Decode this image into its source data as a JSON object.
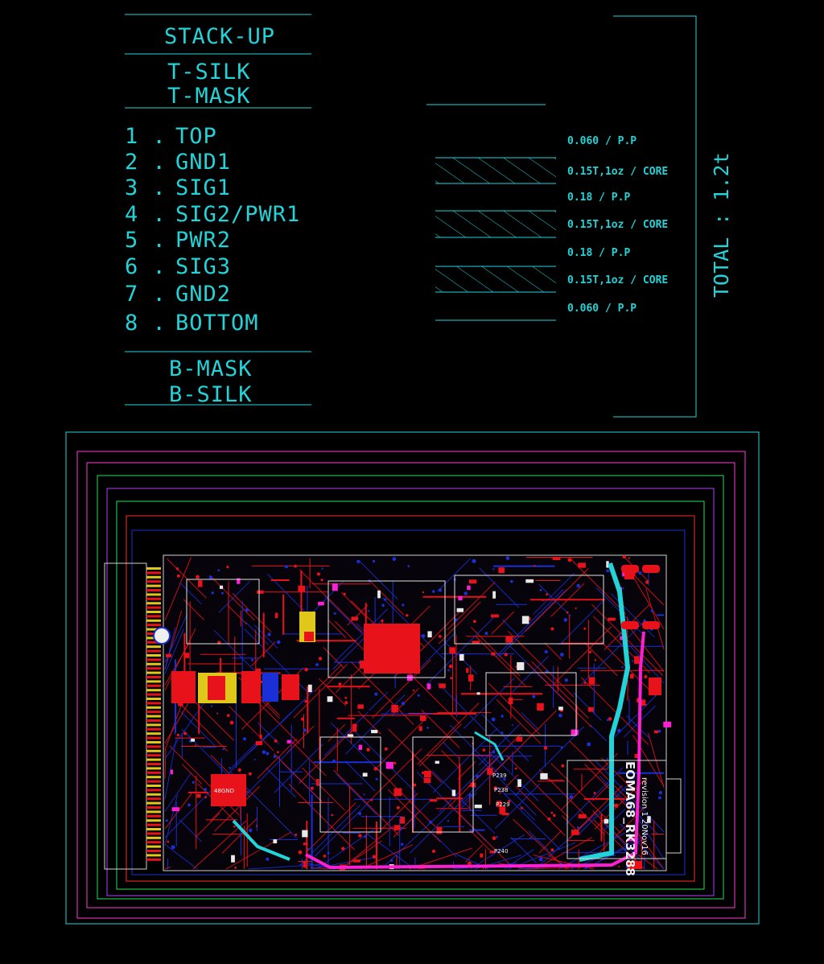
{
  "stackup": {
    "title": "STACK-UP",
    "top_surface": [
      "T-SILK",
      "T-MASK"
    ],
    "layers": [
      {
        "num": "1 .",
        "name": "TOP"
      },
      {
        "num": "2 .",
        "name": "GND1"
      },
      {
        "num": "3 .",
        "name": "SIG1"
      },
      {
        "num": "4 .",
        "name": "SIG2/PWR1"
      },
      {
        "num": "5 .",
        "name": "PWR2"
      },
      {
        "num": "6 .",
        "name": "SIG3"
      },
      {
        "num": "7 .",
        "name": "GND2"
      },
      {
        "num": "8 .",
        "name": "BOTTOM"
      }
    ],
    "bottom_surface": [
      "B-MASK",
      "B-SILK"
    ]
  },
  "dielectrics": [
    "0.060 / P.P",
    "0.15T,1oz / CORE",
    "0.18 / P.P",
    "0.15T,1oz / CORE",
    "0.18 / P.P",
    "0.15T,1oz / CORE",
    "0.060 / P.P"
  ],
  "total_thickness": "TOTAL : 1.2t",
  "board": {
    "silk_labels": [
      "EOMA68_RK3288",
      "revision 1 20Nov16"
    ],
    "ref_labels": [
      "P239",
      "P238",
      "P229",
      "P240",
      "48GND"
    ]
  },
  "colors": {
    "background": "#000000",
    "annotation": "#22d3d8",
    "top_copper": "#e8121a",
    "bottom_copper": "#1b2fd6",
    "silk": "#e8e8e8",
    "mask_pad": "#ff1fd2",
    "gold_pad": "#e0c81a"
  }
}
